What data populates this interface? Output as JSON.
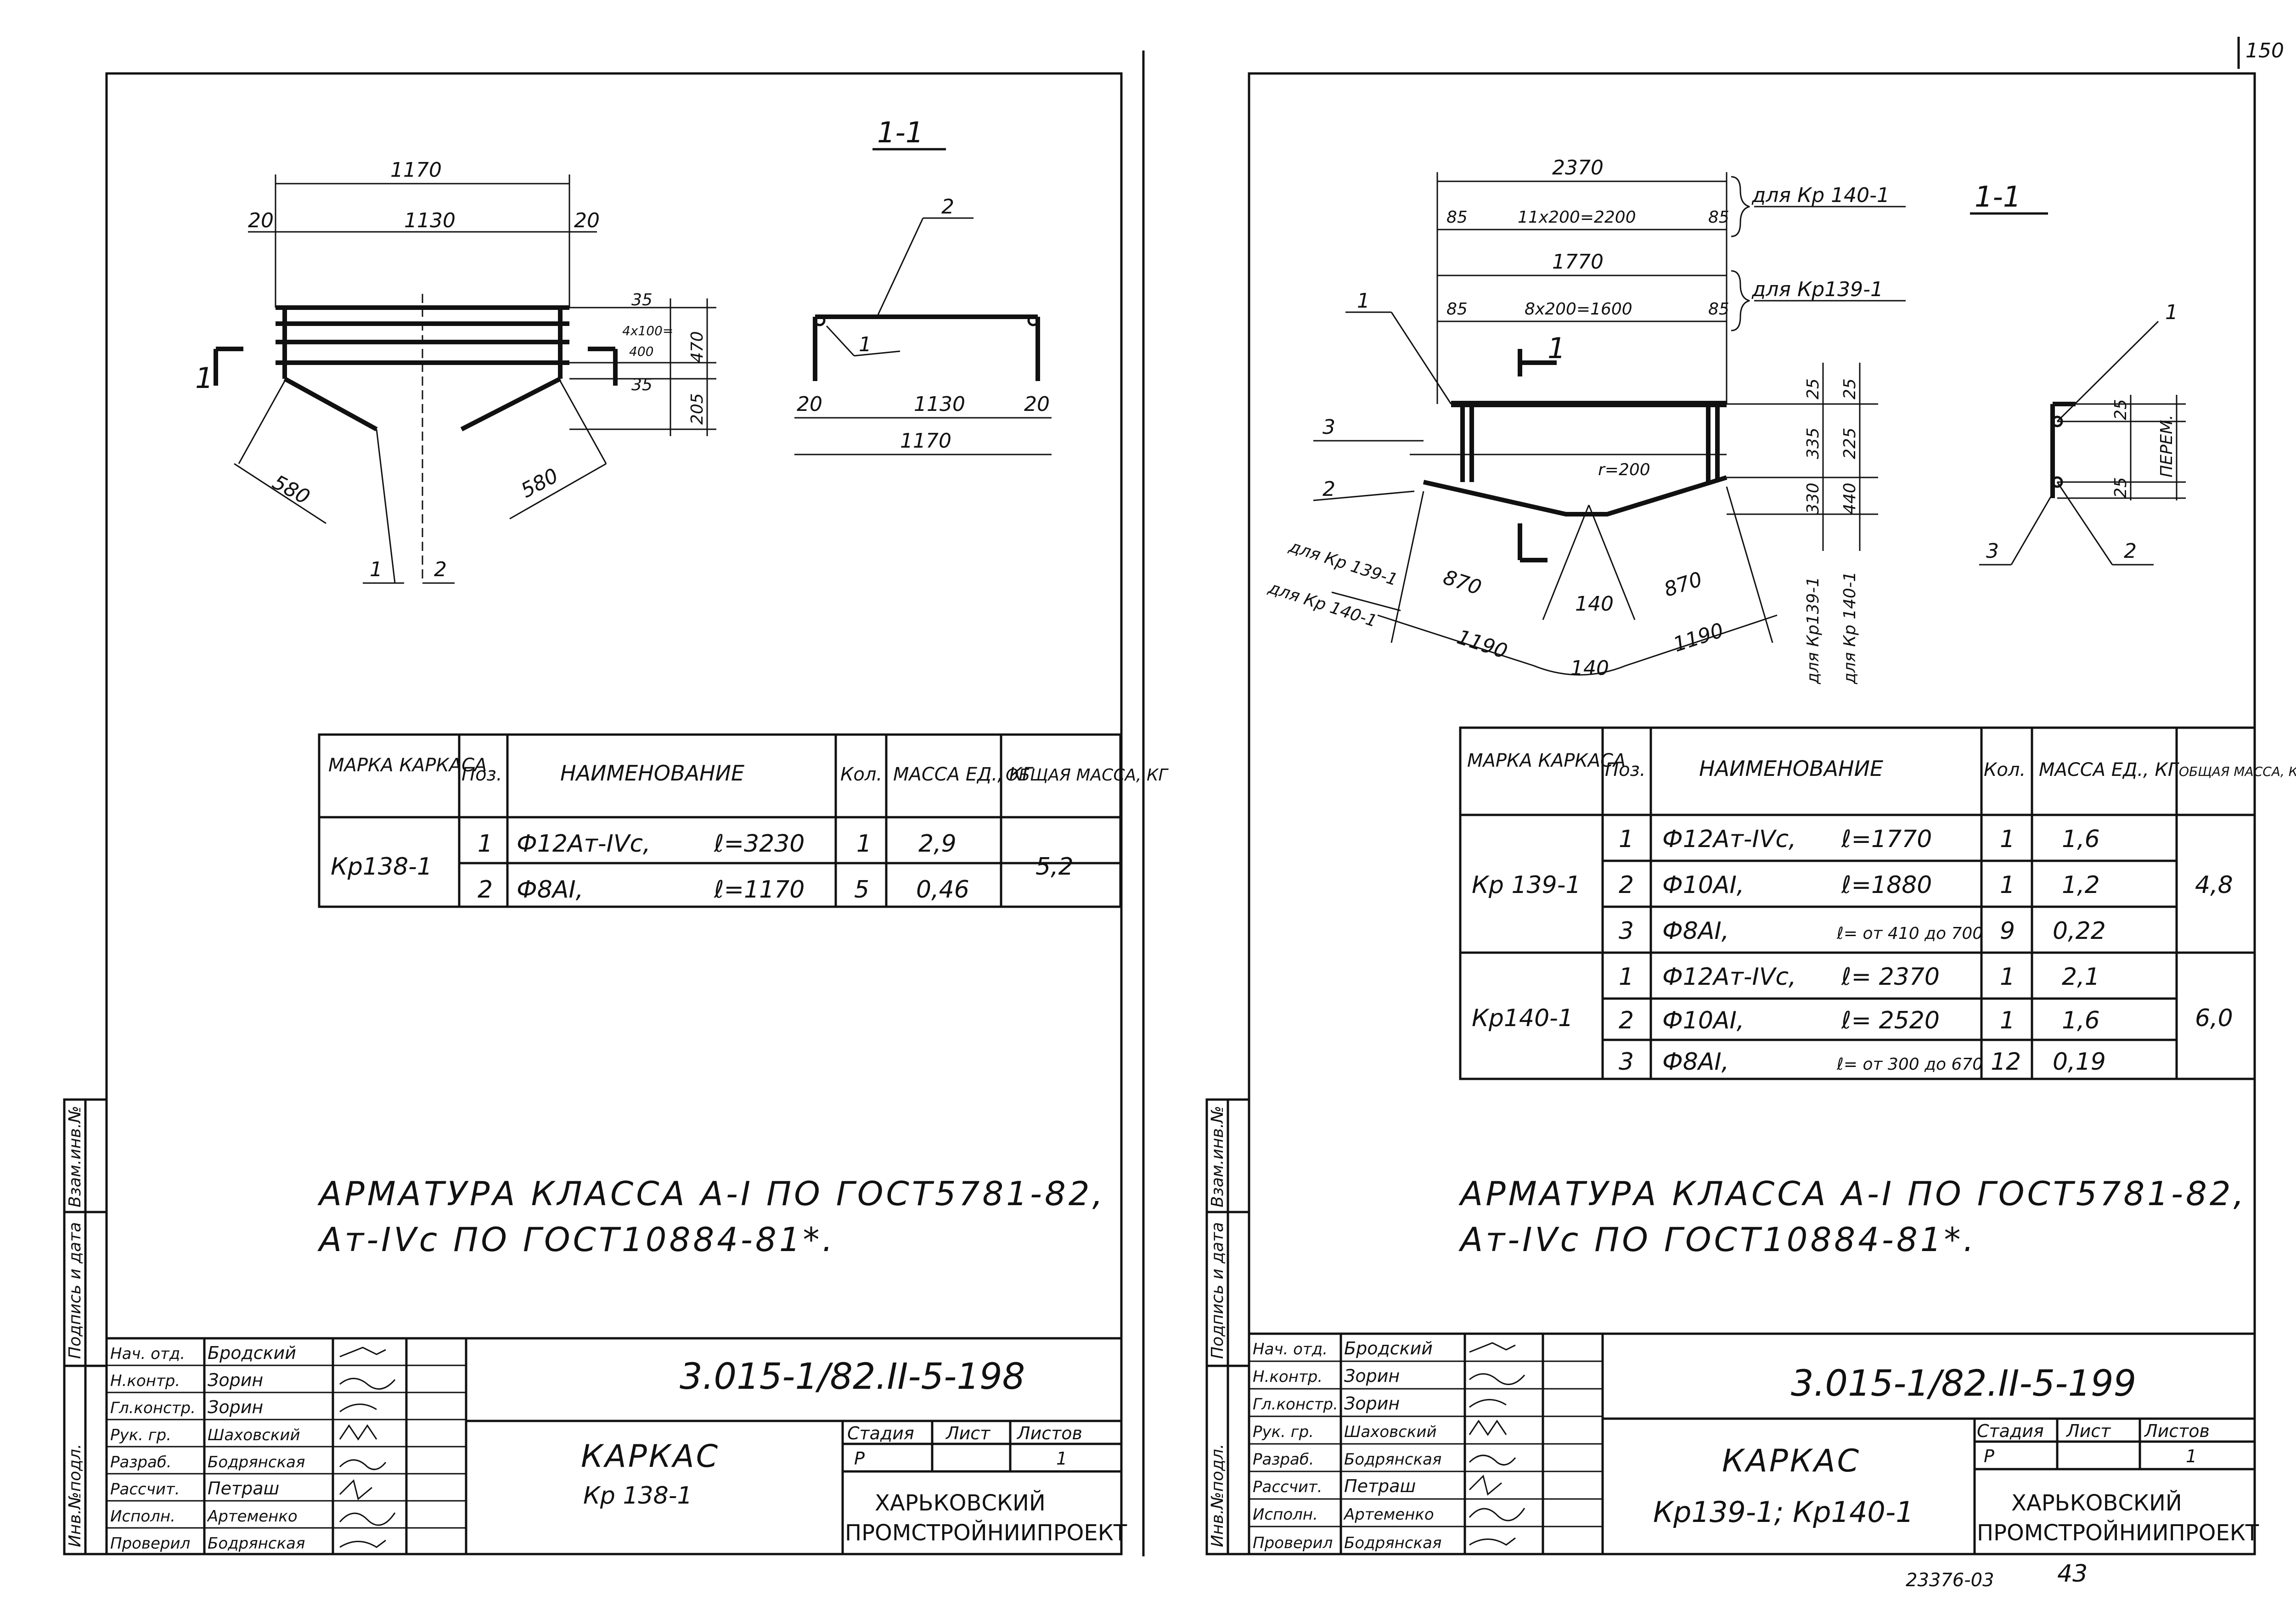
{
  "page_number": "150",
  "bottom_stamp": "23376-03",
  "bottom_number": "43",
  "side_strip": [
    "Инв.№подл.",
    "Подпись и дата",
    "Взам.инв.№"
  ],
  "left": {
    "section_label": "1-1",
    "plan": {
      "dims": {
        "overall": "1170",
        "inner": "1130",
        "edge_left": "20",
        "edge_right": "20",
        "v_top": "35",
        "v_mid": "4x100=",
        "v_mid2": "400",
        "v_bot": "35",
        "v_total": "470",
        "v_bend": "205",
        "bend_left": "580",
        "bend_right": "580"
      },
      "leaders": {
        "a": "1",
        "b": "2"
      },
      "cut_mark": "1"
    },
    "section": {
      "dims": {
        "edge_left": "20",
        "inner": "1130",
        "edge_right": "20",
        "overall": "1170"
      },
      "leaders": {
        "a": "1",
        "b": "2"
      }
    },
    "table": {
      "headers": [
        "МАРКА КАРКАСА",
        "Поз.",
        "НАИМЕНОВАНИЕ",
        "Кол.",
        "МАССА ЕД., КГ",
        "ОБЩАЯ МАССА, КГ"
      ],
      "rows": [
        {
          "mark": "Кр138-1",
          "pos": "1",
          "name": "Ф12Ат-IVс,",
          "len": "ℓ=3230",
          "qty": "1",
          "mass": "2,9",
          "total": "5,2"
        },
        {
          "mark": "",
          "pos": "2",
          "name": "Ф8АI,",
          "len": "ℓ=1170",
          "qty": "5",
          "mass": "0,46",
          "total": ""
        }
      ]
    },
    "note": [
      "АРМАТУРА  КЛАССА  А-I  ПО  ГОСТ5781-82,",
      "Ат-IVс  ПО  ГОСТ10884-81*."
    ],
    "title_block": {
      "people": [
        {
          "role": "Нач. отд.",
          "name": "Бродский"
        },
        {
          "role": "Н.контр.",
          "name": "Зорин"
        },
        {
          "role": "Гл.констр.",
          "name": "Зорин"
        },
        {
          "role": "Рук. гр.",
          "name": "Шаховский"
        },
        {
          "role": "Разраб.",
          "name": "Бодрянская"
        },
        {
          "role": "Рассчит.",
          "name": "Петраш"
        },
        {
          "role": "Исполн.",
          "name": "Артеменко"
        },
        {
          "role": "Проверил",
          "name": "Бодрянская"
        }
      ],
      "code": "3.015-1/82.II-5-198",
      "title_1": "КАРКАС",
      "title_2": "Кр 138-1",
      "stage_label": "Стадия",
      "sheet_label": "Лист",
      "sheets_label": "Листов",
      "stage": "Р",
      "sheets": "1",
      "org_1": "ХАРЬКОВСКИЙ",
      "org_2": "ПРОМСТРОЙНИИПРОЕКТ"
    }
  },
  "right": {
    "section_label": "1-1",
    "plan": {
      "dims": {
        "top_total": "2370",
        "top_edge_l": "85",
        "top_mid": "11x200=2200",
        "top_edge_r": "85",
        "mid_total": "1770",
        "mid_edge_l": "85",
        "mid_mid": "8x200=1600",
        "mid_edge_r": "85",
        "for_140": "для Кр 140-1",
        "for_139": "для Кр139-1",
        "v1": "25",
        "v2": "335",
        "v3": "330",
        "v4": "25",
        "v5": "225",
        "v6": "440",
        "radius": "r=200",
        "bend_a": "870",
        "bend_b": "870",
        "bend_c": "140",
        "bend_d": "140",
        "bend_e": "1190",
        "bend_f": "1190",
        "for_139_bend": "для Кр 139-1",
        "for_140_bend": "для Кр 140-1",
        "v_for_139": "для Кр139-1",
        "v_for_140": "для Кр 140-1"
      },
      "leaders": {
        "a": "1",
        "b": "3",
        "c": "2"
      },
      "cut_mark": "1"
    },
    "section": {
      "dims": {
        "a": "25",
        "b": "25",
        "var": "ПЕРЕМ."
      },
      "leaders": {
        "a": "1",
        "b": "3",
        "c": "2"
      }
    },
    "table": {
      "headers": [
        "МАРКА КАРКАСА",
        "Поз.",
        "НАИМЕНОВАНИЕ",
        "Кол.",
        "МАССА ЕД., КГ",
        "ОБЩАЯ МАССА, КГ"
      ],
      "rows": [
        {
          "mark": "Кр 139-1",
          "pos": "1",
          "name": "Ф12Ат-IVс,",
          "len": "ℓ=1770",
          "qty": "1",
          "mass": "1,6",
          "total": "4,8"
        },
        {
          "mark": "",
          "pos": "2",
          "name": "Ф10АI,",
          "len": "ℓ=1880",
          "qty": "1",
          "mass": "1,2",
          "total": ""
        },
        {
          "mark": "",
          "pos": "3",
          "name": "Ф8АI,",
          "len": "ℓ= от 410 до 700",
          "qty": "9",
          "mass": "0,22",
          "total": ""
        },
        {
          "mark": "Кр140-1",
          "pos": "1",
          "name": "Ф12Ат-IVс,",
          "len": "ℓ= 2370",
          "qty": "1",
          "mass": "2,1",
          "total": "6,0"
        },
        {
          "mark": "",
          "pos": "2",
          "name": "Ф10АI,",
          "len": "ℓ= 2520",
          "qty": "1",
          "mass": "1,6",
          "total": ""
        },
        {
          "mark": "",
          "pos": "3",
          "name": "Ф8АI,",
          "len": "ℓ= от 300 до 670",
          "qty": "12",
          "mass": "0,19",
          "total": ""
        }
      ]
    },
    "note": [
      "АРМАТУРА  КЛАССА  А-I  ПО  ГОСТ5781-82,",
      "Ат-IVс  ПО  ГОСТ10884-81*."
    ],
    "title_block": {
      "people": [
        {
          "role": "Нач. отд.",
          "name": "Бродский"
        },
        {
          "role": "Н.контр.",
          "name": "Зорин"
        },
        {
          "role": "Гл.констр.",
          "name": "Зорин"
        },
        {
          "role": "Рук. гр.",
          "name": "Шаховский"
        },
        {
          "role": "Разраб.",
          "name": "Бодрянская"
        },
        {
          "role": "Рассчит.",
          "name": "Петраш"
        },
        {
          "role": "Исполн.",
          "name": "Артеменко"
        },
        {
          "role": "Проверил",
          "name": "Бодрянская"
        }
      ],
      "code": "3.015-1/82.II-5-199",
      "title_1": "КАРКАС",
      "title_2": "Кр139-1; Кр140-1",
      "stage_label": "Стадия",
      "sheet_label": "Лист",
      "sheets_label": "Листов",
      "stage": "Р",
      "sheets": "1",
      "org_1": "ХАРЬКОВСКИЙ",
      "org_2": "ПРОМСТРОЙНИИПРОЕКТ"
    }
  }
}
